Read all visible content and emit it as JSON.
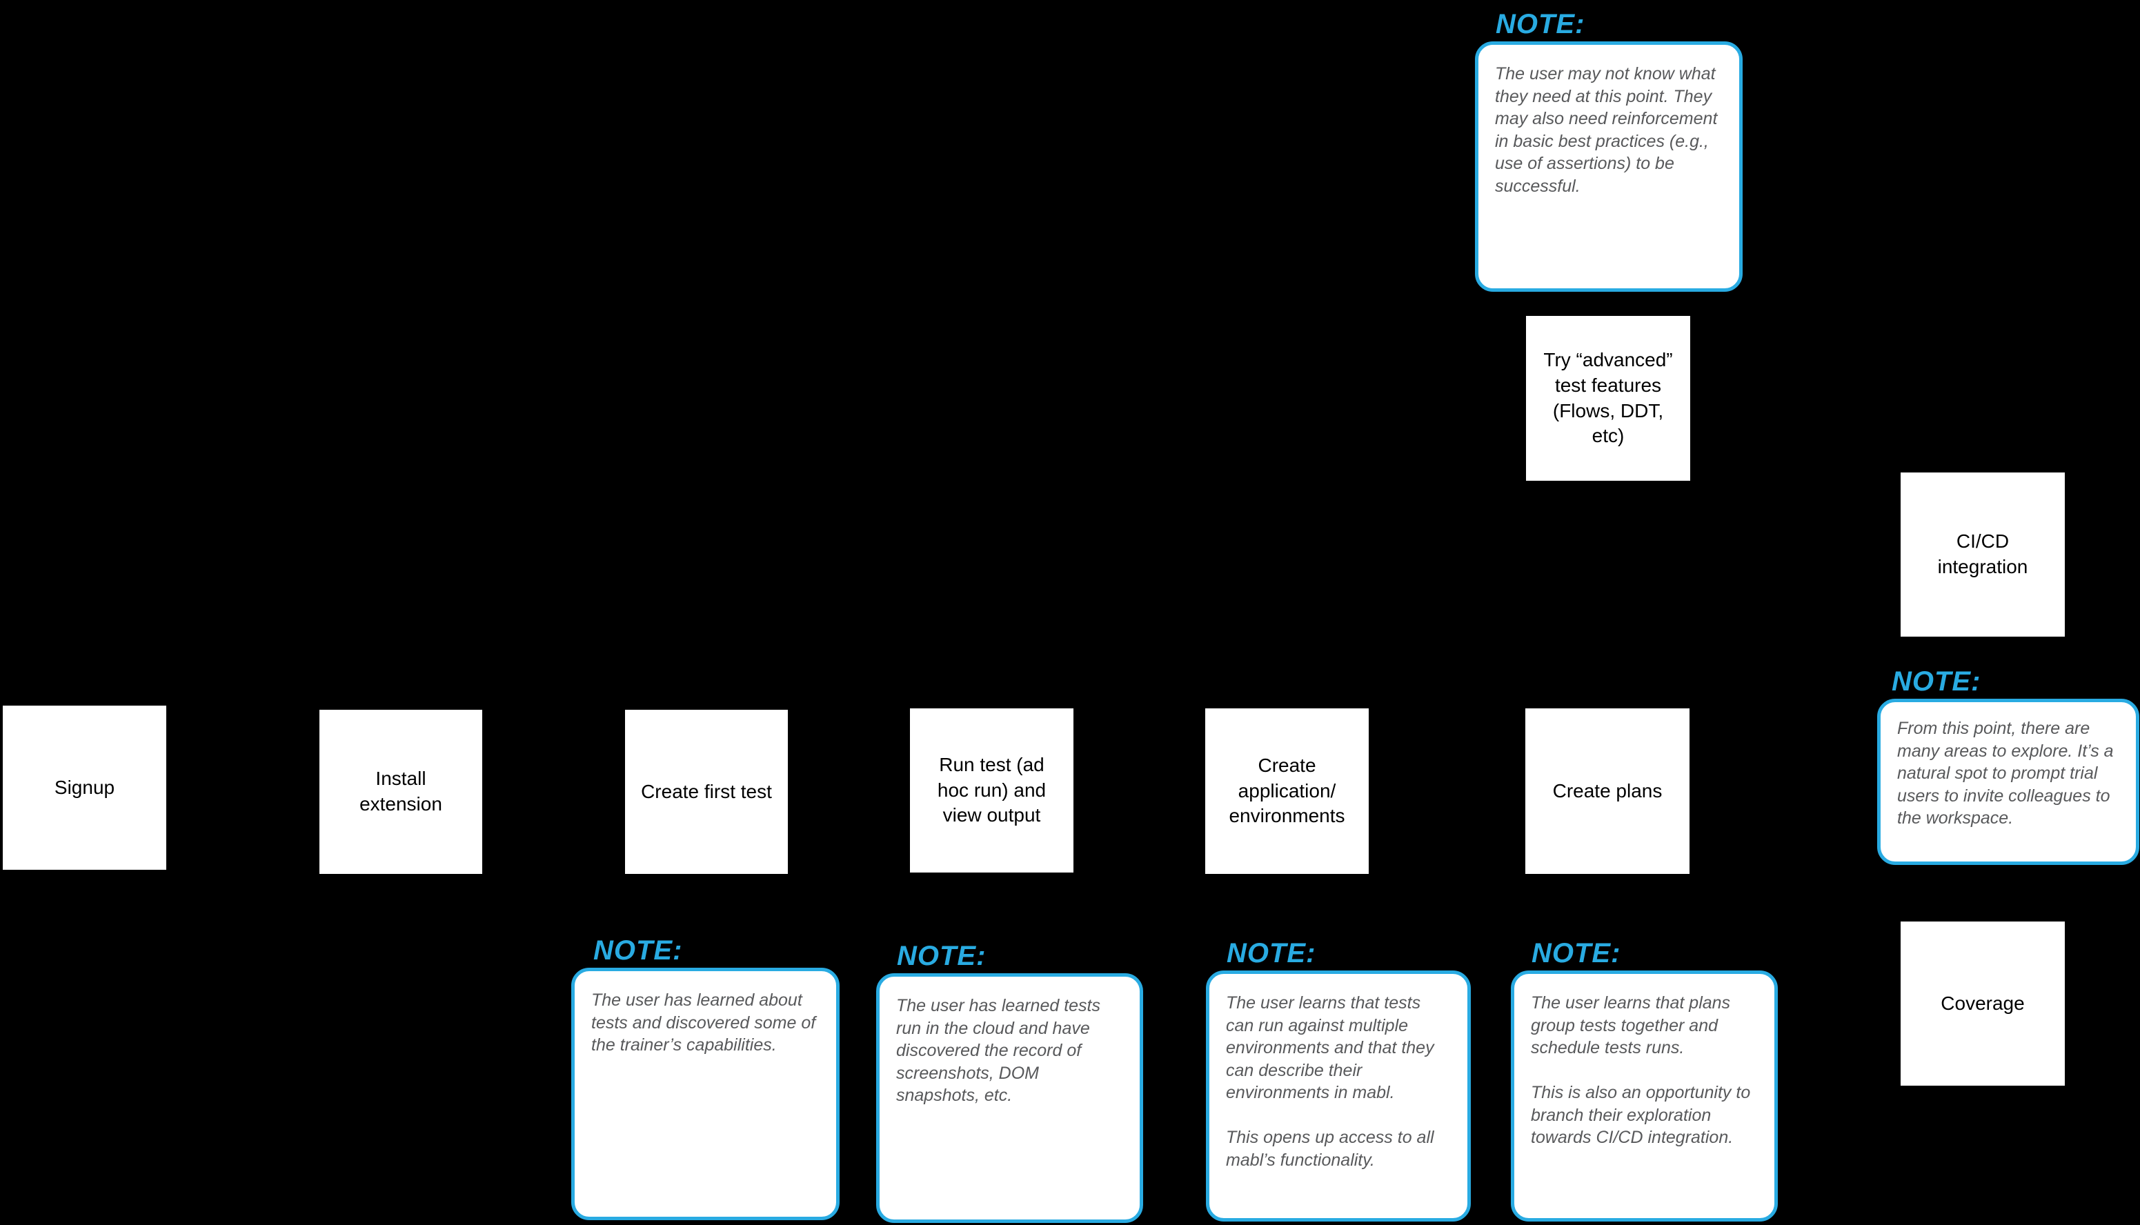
{
  "diagram": {
    "note_heading": "NOTE:",
    "colors": {
      "background": "#000000",
      "accent_cyan": "#29ABE2",
      "note_text_gray": "#58595B",
      "step_background": "#FFFFFF",
      "step_text": "#000000"
    },
    "steps": {
      "signup": "Signup",
      "install_extension": "Install\nextension",
      "create_first_test": "Create first test",
      "run_test": "Run test (ad\nhoc run) and\nview output",
      "create_application": "Create\napplication/\nenvironments",
      "create_plans": "Create plans",
      "try_advanced": "Try “advanced”\ntest features\n(Flows, DDT,\netc)",
      "cicd_integration": "CI/CD\nintegration",
      "coverage": "Coverage"
    },
    "notes": {
      "advanced_features": "The user may not know what they need at this point. They may also need reinforcement in basic best practices (e.g., use of assertions) to be successful.",
      "create_first_test": "The user has learned about tests and discovered some of the trainer’s capabilities.",
      "run_test": "The user has learned tests run in the cloud and have discovered the record of screenshots, DOM snapshots, etc.",
      "create_application": "The user learns that tests can run against multiple environments and that they can describe their environments in mabl.\n\nThis opens up access to all mabl’s functionality.",
      "create_plans": "The user learns that plans group tests together and schedule tests runs.\n\nThis is also an opportunity to branch their exploration towards CI/CD integration.",
      "cicd_integration": "From this point, there are many areas to explore. It’s a natural spot to prompt trial users to invite colleagues to the workspace."
    }
  }
}
